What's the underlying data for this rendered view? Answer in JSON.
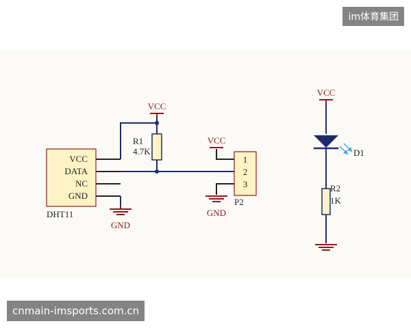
{
  "watermarks": {
    "top": "im体育集团",
    "bottom": "cnmain-imsports.com.cn"
  },
  "sensor": {
    "name": "DHT11",
    "pins": [
      "VCC",
      "DATA",
      "NC",
      "GND"
    ]
  },
  "resistor_r1": {
    "ref": "R1",
    "value": "4.7K"
  },
  "connector_p2": {
    "ref": "P2",
    "pins": [
      "1",
      "2",
      "3"
    ]
  },
  "led_d1": {
    "ref": "D1"
  },
  "resistor_r2": {
    "ref": "R2",
    "value": "1K"
  },
  "power": {
    "vcc": "VCC",
    "gnd": "GND"
  },
  "colors": {
    "wire": "#1f2a6b",
    "power_symbol": "#8b1a1a",
    "component_fill": "#fdf3c4",
    "component_border": "#8b1a1a",
    "led_fill": "#1f2a6b",
    "background_band": "#fbfaf6"
  }
}
